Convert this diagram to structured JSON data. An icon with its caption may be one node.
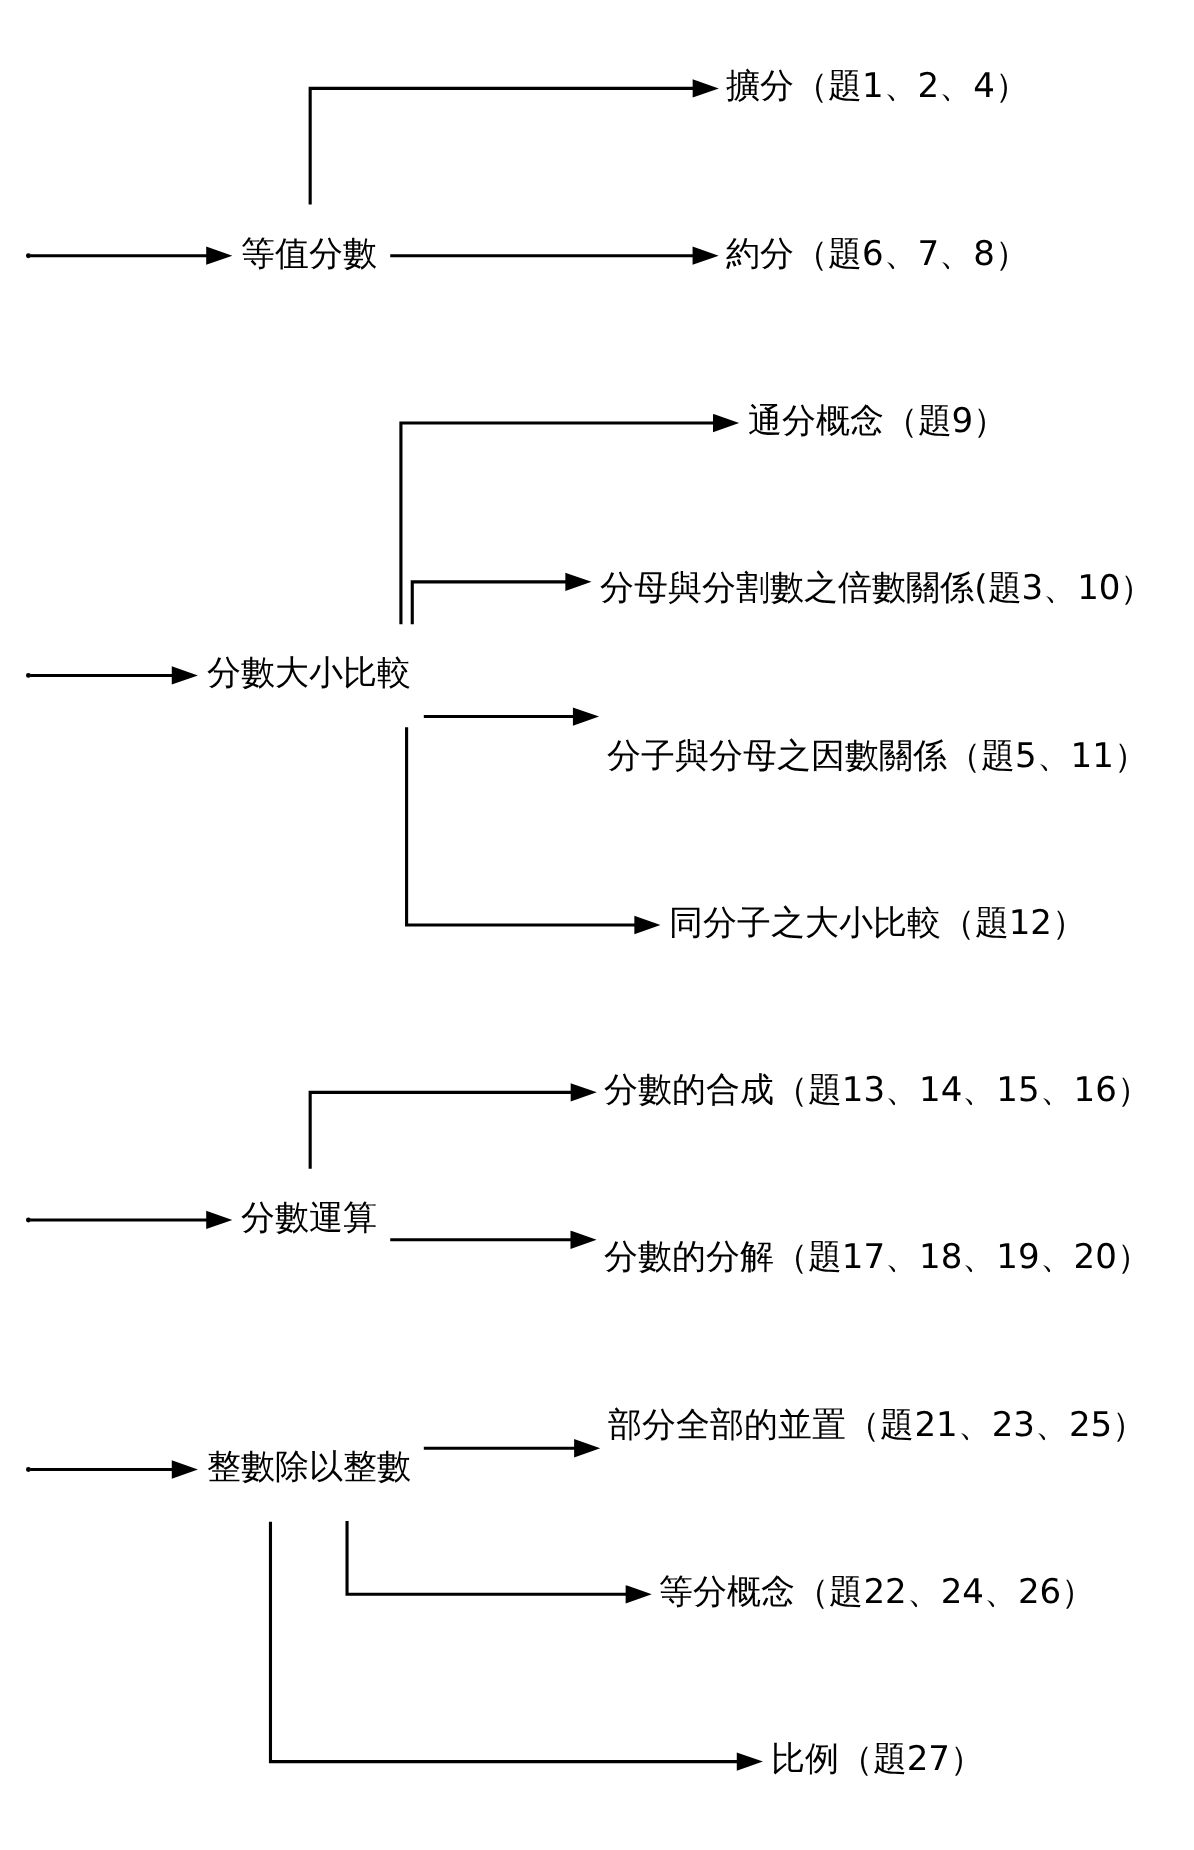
{
  "diagram": {
    "nodes": [
      {
        "text": [
          "等值分數"
        ]
      },
      {
        "text": [
          "擴分（題1、2、4）"
        ]
      },
      {
        "text": [
          "約分（題6、7、8）"
        ]
      },
      {
        "text": [
          "分數大小比較"
        ]
      },
      {
        "text": [
          "通分概念（題9）"
        ]
      },
      {
        "text": [
          "分母與分割數之倍數關係(題3、10）"
        ]
      },
      {
        "text": [
          "分子與分母之因數關係（題5、11）"
        ]
      },
      {
        "text": [
          "同分子之大小比較（題12）"
        ]
      },
      {
        "text": [
          "分數運算"
        ]
      },
      {
        "text": [
          "分數的合成（題13、14、15、16）"
        ]
      },
      {
        "text": [
          "分數的分解（題17、18、19、20）"
        ]
      },
      {
        "text": [
          "整數除以整數"
        ]
      },
      {
        "text": [
          "部分全部的並置（題21、23、25）"
        ]
      },
      {
        "text": [
          "等分概念（題22、24、26）"
        ]
      },
      {
        "text": [
          "比例（題27）"
        ]
      }
    ],
    "edges": [
      {
        "from": null,
        "to": 0,
        "arrow": "to"
      },
      {
        "from": null,
        "to": 3,
        "arrow": "to"
      },
      {
        "from": null,
        "to": 8,
        "arrow": "to"
      },
      {
        "from": null,
        "to": 11,
        "arrow": "to"
      },
      {
        "from": 0,
        "to": 1,
        "arrow": "to"
      },
      {
        "from": 0,
        "to": 2,
        "arrow": "to"
      },
      {
        "from": 3,
        "to": 4,
        "arrow": "to"
      },
      {
        "from": 3,
        "to": 5,
        "arrow": "to"
      },
      {
        "from": 3,
        "to": 6,
        "arrow": "to"
      },
      {
        "from": 3,
        "to": 7,
        "arrow": "to"
      },
      {
        "from": 8,
        "to": 9,
        "arrow": "to"
      },
      {
        "from": 8,
        "to": 10,
        "arrow": "to"
      },
      {
        "from": 11,
        "to": 12,
        "arrow": "to"
      },
      {
        "from": 11,
        "to": 13,
        "arrow": "to"
      },
      {
        "from": 11,
        "to": 14,
        "arrow": "to"
      }
    ]
  }
}
